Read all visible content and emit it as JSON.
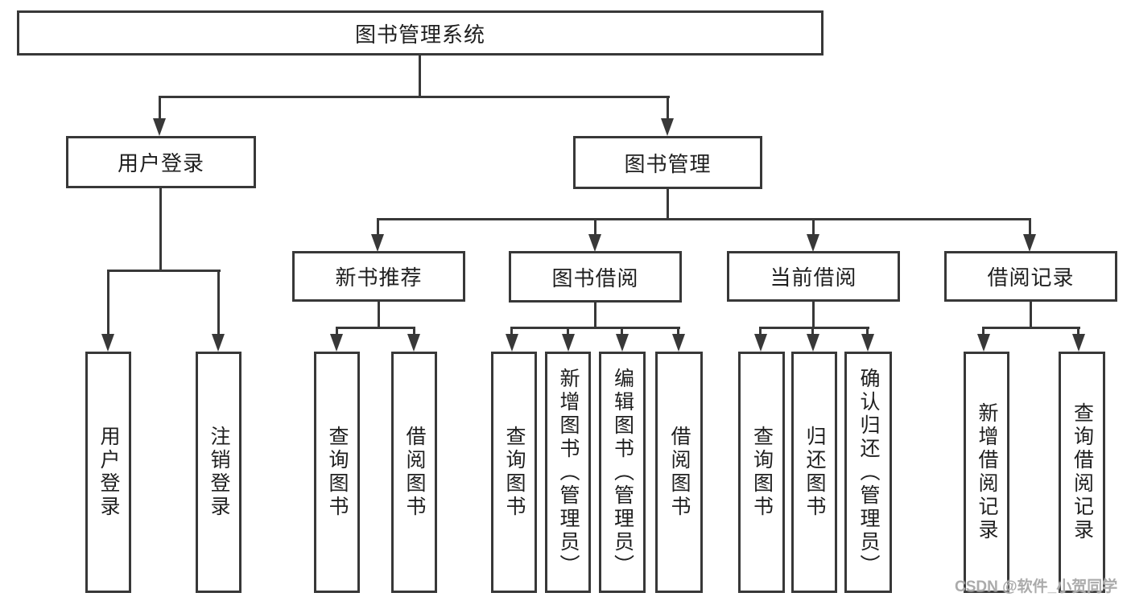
{
  "tree": {
    "root": "图书管理系统",
    "branches": [
      {
        "label": "用户登录",
        "children": [
          {
            "label": "用户登录"
          },
          {
            "label": "注销登录"
          }
        ]
      },
      {
        "label": "图书管理",
        "children": [
          {
            "label": "新书推荐",
            "children": [
              {
                "label": "查询图书"
              },
              {
                "label": "借阅图书"
              }
            ]
          },
          {
            "label": "图书借阅",
            "children": [
              {
                "label": "查询图书"
              },
              {
                "label": "新增图书（管理员）"
              },
              {
                "label": "编辑图书（管理员）"
              },
              {
                "label": "借阅图书"
              }
            ]
          },
          {
            "label": "当前借阅",
            "children": [
              {
                "label": "查询图书"
              },
              {
                "label": "归还图书"
              },
              {
                "label": "确认归还（管理员）"
              }
            ]
          },
          {
            "label": "借阅记录",
            "children": [
              {
                "label": "新增借阅记录"
              },
              {
                "label": "查询借阅记录"
              }
            ]
          }
        ]
      }
    ]
  },
  "watermark": {
    "text": "CSDN @软件_小贺同学"
  },
  "colors": {
    "line": "#383838",
    "text": "#1f1f1f",
    "background": "#ffffff",
    "watermark": "#ababab"
  }
}
